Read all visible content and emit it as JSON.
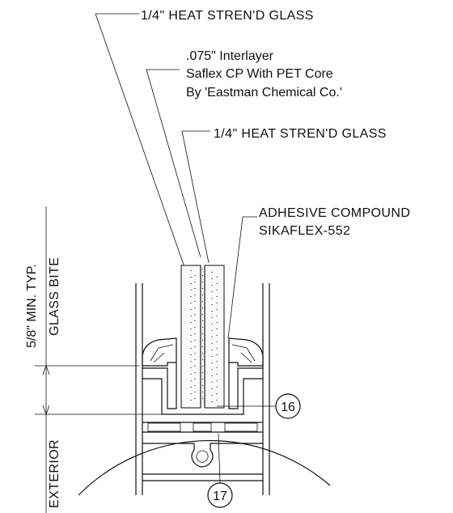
{
  "labels": {
    "glass_top": "1/4\" HEAT STREN'D GLASS",
    "interlayer_line1": ".075\" Interlayer",
    "interlayer_line2": "Saflex CP With PET Core",
    "interlayer_line3": "By 'Eastman Chemical Co.'",
    "glass_second": "1/4\" HEAT STREN'D GLASS",
    "adhesive_line1": "ADHESIVE COMPOUND",
    "adhesive_line2": "SIKAFLEX-552",
    "dimension": "5/8\" MIN. TYP.",
    "glass_bite": "GLASS BITE",
    "exterior": "EXTERIOR"
  },
  "callouts": {
    "c1": "16",
    "c2": "17"
  }
}
